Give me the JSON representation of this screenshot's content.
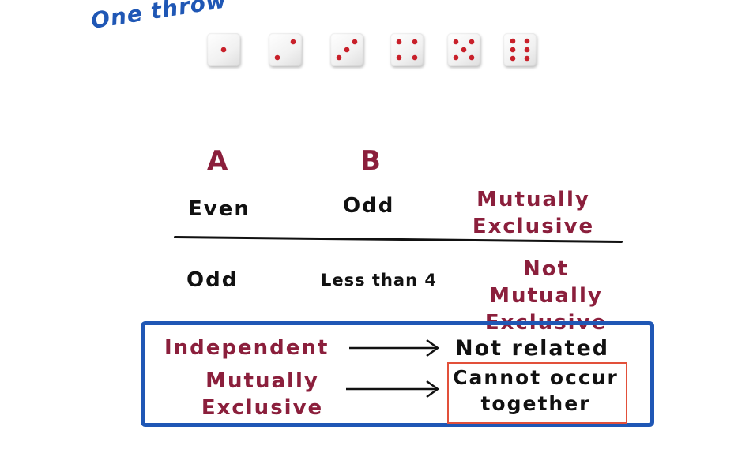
{
  "title": "One throw",
  "dice": [
    {
      "face": 1,
      "icon": "die-face-1-icon"
    },
    {
      "face": 2,
      "icon": "die-face-2-icon"
    },
    {
      "face": 3,
      "icon": "die-face-3-icon"
    },
    {
      "face": 4,
      "icon": "die-face-4-icon"
    },
    {
      "face": 5,
      "icon": "die-face-5-icon"
    },
    {
      "face": 6,
      "icon": "die-face-6-icon"
    }
  ],
  "columns": {
    "a": "A",
    "b": "B"
  },
  "rows": [
    {
      "a": "Even",
      "b": "Odd",
      "relation_line1": "Mutually",
      "relation_line2": "Exclusive"
    },
    {
      "a": "Odd",
      "b": "Less than 4",
      "relation_line1": "Not Mutually",
      "relation_line2": "Exclusive"
    }
  ],
  "definitions": [
    {
      "term": "Independent",
      "meaning": "Not related"
    },
    {
      "term_line1": "Mutually",
      "term_line2": "Exclusive",
      "meaning_line1": "Cannot occur",
      "meaning_line2": "together"
    }
  ],
  "colors": {
    "blue": "#1f57b5",
    "maroon": "#8b1f3c",
    "pip": "#c8202a",
    "highlight": "#e2503a"
  }
}
